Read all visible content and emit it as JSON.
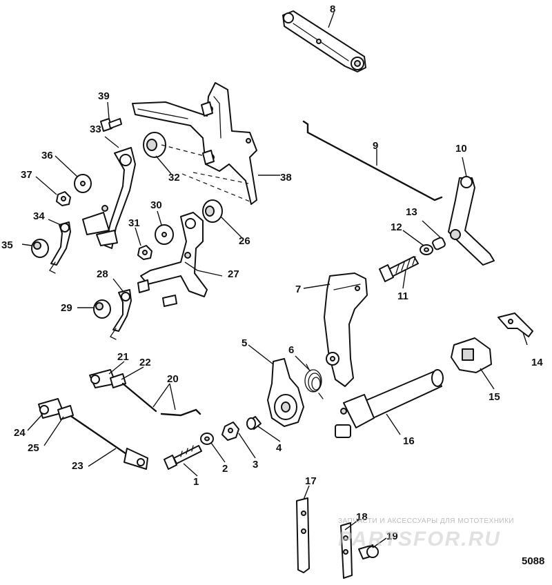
{
  "diagram": {
    "id_label": "5088",
    "watermark": {
      "tagline": "ЗАПЧАСТИ И АКСЕССУАРЫ ДЛЯ МОТОТЕХНИКИ",
      "logo_text": "PARTSFOR.RU"
    },
    "callouts": [
      "1",
      "2",
      "3",
      "4",
      "5",
      "6",
      "7",
      "8",
      "9",
      "10",
      "11",
      "12",
      "13",
      "14",
      "15",
      "16",
      "17",
      "18",
      "19",
      "20",
      "21",
      "22",
      "23",
      "24",
      "25",
      "26",
      "27",
      "28",
      "29",
      "30",
      "31",
      "32",
      "33",
      "34",
      "35",
      "36",
      "37",
      "38",
      "39"
    ]
  }
}
